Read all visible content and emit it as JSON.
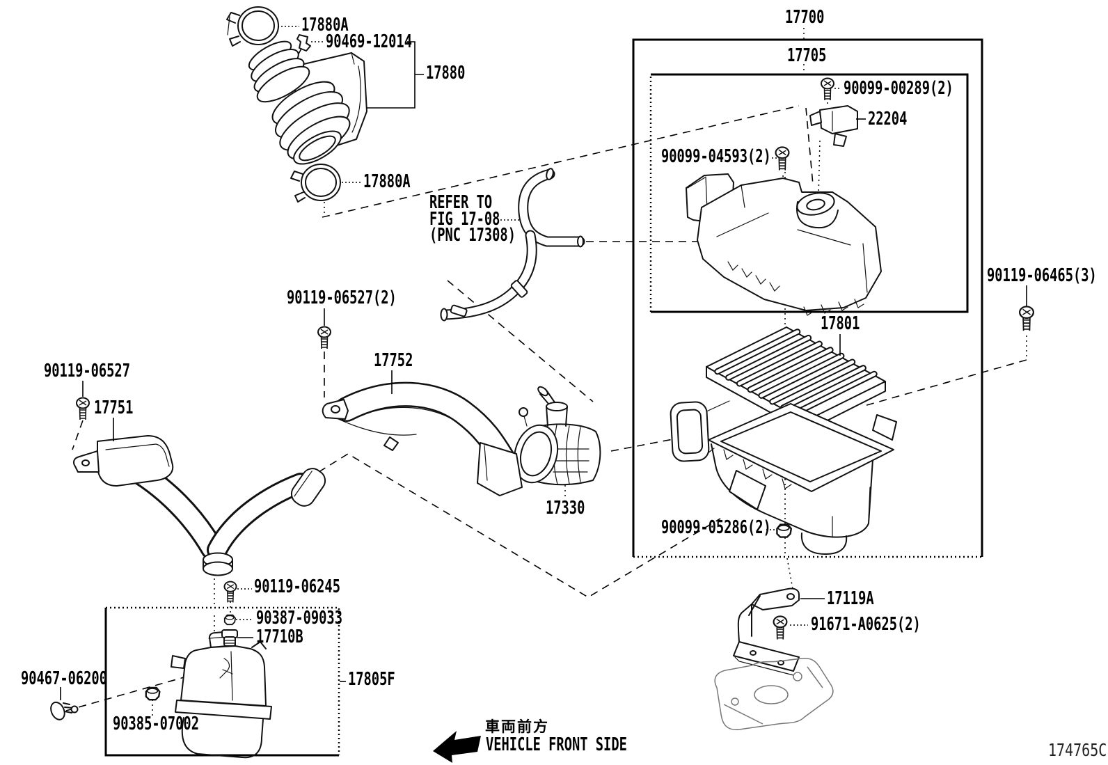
{
  "diagram": {
    "code": "174765C",
    "front": {
      "jp": "車両前方",
      "en": "VEHICLE FRONT SIDE"
    },
    "note": {
      "line1": "REFER TO",
      "line2": "FIG 17-08",
      "line3": "(PNC 17308)"
    },
    "labels": {
      "17880A_top": "17880A",
      "90469_12014": "90469-12014",
      "17880": "17880",
      "17880A_bottom": "17880A",
      "17700": "17700",
      "17705": "17705",
      "90099_00289": "90099-00289(2)",
      "22204": "22204",
      "90099_04593": "90099-04593(2)",
      "90119_06465": "90119-06465(3)",
      "17801": "17801",
      "90119_06527_2": "90119-06527(2)",
      "17752": "17752",
      "90119_06527": "90119-06527",
      "17751": "17751",
      "17330": "17330",
      "90099_05286": "90099-05286(2)",
      "17119A": "17119A",
      "91671_A0625": "91671-A0625(2)",
      "90119_06245": "90119-06245",
      "90387_09033": "90387-09033",
      "17710B": "17710B",
      "17805F": "17805F",
      "90467_06200": "90467-06200",
      "90385_07002": "90385-07002"
    }
  }
}
